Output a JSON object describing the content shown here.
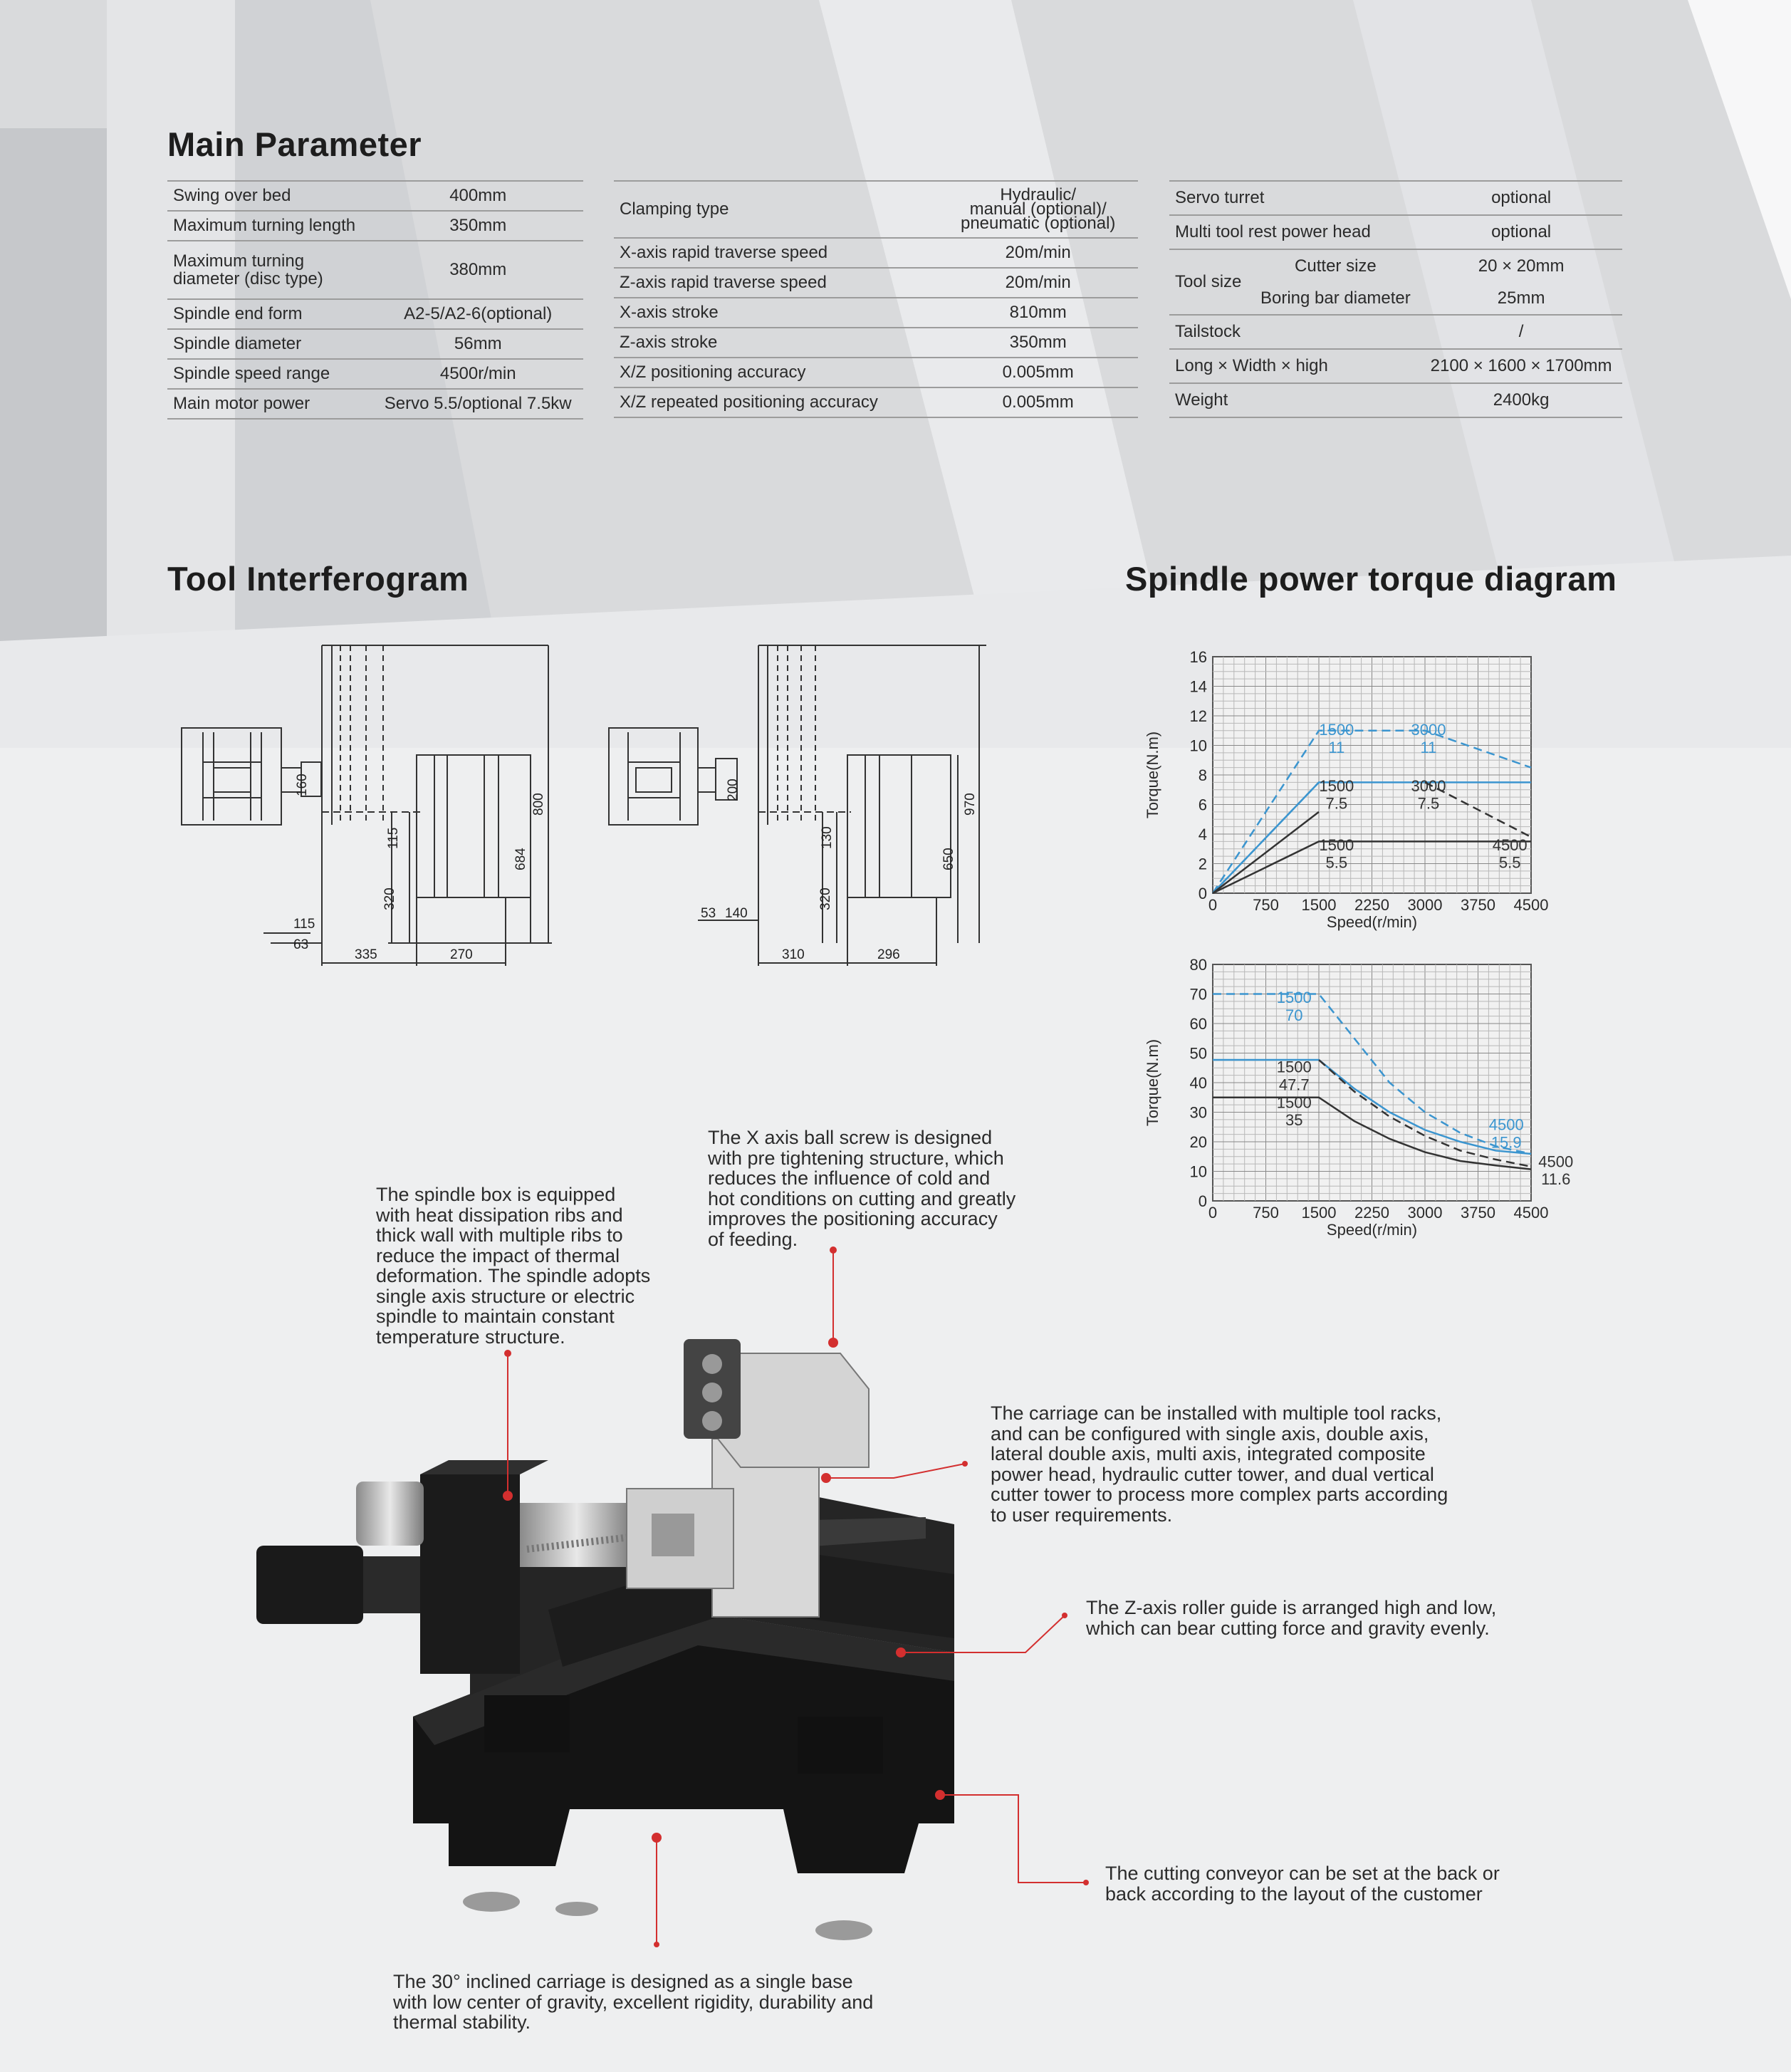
{
  "sections": {
    "main_parameter": "Main Parameter",
    "tool_interferogram": "Tool Interferogram",
    "spindle_diagram": "Spindle power torque diagram"
  },
  "table1": [
    {
      "label": "Swing over bed",
      "value": "400mm"
    },
    {
      "label": "Maximum turning length",
      "value": "350mm"
    },
    {
      "label": "Maximum turning\ndiameter (disc type)",
      "value": "380mm"
    },
    {
      "label": "Spindle end form",
      "value": "A2-5/A2-6(optional)"
    },
    {
      "label": "Spindle diameter",
      "value": "56mm"
    },
    {
      "label": "Spindle speed range",
      "value": "4500r/min"
    },
    {
      "label": "Main motor power",
      "value": "Servo 5.5/optional 7.5kw"
    }
  ],
  "table2": [
    {
      "label": "Clamping type",
      "value": "Hydraulic/\nmanual (optional)/\npneumatic (optional)"
    },
    {
      "label": "X-axis rapid traverse speed",
      "value": "20m/min"
    },
    {
      "label": "Z-axis rapid traverse speed",
      "value": "20m/min"
    },
    {
      "label": "X-axis stroke",
      "value": "810mm"
    },
    {
      "label": "Z-axis stroke",
      "value": "350mm"
    },
    {
      "label": "X/Z positioning accuracy",
      "value": "0.005mm"
    },
    {
      "label": "X/Z repeated positioning accuracy",
      "value": "0.005mm"
    }
  ],
  "table3": {
    "servo_turret": {
      "label": "Servo turret",
      "value": "optional"
    },
    "power_head": {
      "label": "Multi tool rest power head",
      "value": "optional"
    },
    "tool_size": {
      "label": "Tool size",
      "cutter_label": "Cutter size",
      "cutter_value": "20 × 20mm",
      "boring_label": "Boring bar diameter",
      "boring_value": "25mm"
    },
    "tailstock": {
      "label": "Tailstock",
      "value": "/"
    },
    "dimensions": {
      "label": "Long × Width × high",
      "value": "2100 × 1600 × 1700mm"
    },
    "weight": {
      "label": "Weight",
      "value": "2400kg"
    }
  },
  "interferogram": {
    "left": {
      "d160": "160",
      "d115a": "115",
      "d320": "320",
      "d684": "684",
      "d800": "800",
      "d115b": "115",
      "d63": "63",
      "d335": "335",
      "d270": "270"
    },
    "right": {
      "d200": "200",
      "d130": "130",
      "d320": "320",
      "d650": "650",
      "d970": "970",
      "d53": "53",
      "d140": "140",
      "d310": "310",
      "d296": "296"
    }
  },
  "chart_data": [
    {
      "type": "line",
      "xlabel": "Speed(r/min)",
      "ylabel": "Torque(N.m)",
      "xticks": [
        "0",
        "750",
        "1500",
        "2250",
        "3000",
        "3750",
        "4500"
      ],
      "yticks": [
        "0",
        "2",
        "4",
        "6",
        "8",
        "10",
        "12",
        "14",
        "16"
      ],
      "xlim": [
        0,
        4500
      ],
      "ylim": [
        0,
        16
      ],
      "grid": true,
      "series": [
        {
          "color": "#3b95cf",
          "dash": true,
          "x": [
            0,
            1500,
            3000,
            4500
          ],
          "y": [
            0,
            11,
            11,
            8.5
          ]
        },
        {
          "color": "#3b95cf",
          "dash": false,
          "x": [
            0,
            1500,
            4500
          ],
          "y": [
            0,
            7.5,
            7.5
          ]
        },
        {
          "color": "#3b95cf",
          "dash": true,
          "x": [
            0,
            1500
          ],
          "y": [
            0,
            7.5
          ]
        },
        {
          "color": "#333333",
          "dash": true,
          "x": [
            3000,
            4500
          ],
          "y": [
            7.5,
            3.8
          ]
        },
        {
          "color": "#333333",
          "dash": false,
          "x": [
            0,
            1500,
            4500
          ],
          "y": [
            0,
            3.5,
            3.5
          ]
        },
        {
          "color": "#333333",
          "dash": false,
          "x": [
            0,
            1500
          ],
          "y": [
            0,
            5.5
          ]
        }
      ],
      "annotations": [
        {
          "text": "1500",
          "x": 1750,
          "y": 10.7,
          "color": "#3b95cf"
        },
        {
          "text": "11",
          "x": 1750,
          "y": 9.5,
          "color": "#3b95cf"
        },
        {
          "text": "3000",
          "x": 3050,
          "y": 10.7,
          "color": "#3b95cf"
        },
        {
          "text": "11",
          "x": 3050,
          "y": 9.5,
          "color": "#3b95cf"
        },
        {
          "text": "1500",
          "x": 1750,
          "y": 6.9,
          "color": "#333333"
        },
        {
          "text": "7.5",
          "x": 1750,
          "y": 5.7,
          "color": "#333333"
        },
        {
          "text": "3000",
          "x": 3050,
          "y": 6.9,
          "color": "#333333"
        },
        {
          "text": "7.5",
          "x": 3050,
          "y": 5.7,
          "color": "#333333"
        },
        {
          "text": "1500",
          "x": 1750,
          "y": 2.9,
          "color": "#333333"
        },
        {
          "text": "5.5",
          "x": 1750,
          "y": 1.7,
          "color": "#333333"
        },
        {
          "text": "4500",
          "x": 4200,
          "y": 2.9,
          "color": "#333333"
        },
        {
          "text": "5.5",
          "x": 4200,
          "y": 1.7,
          "color": "#333333"
        }
      ]
    },
    {
      "type": "line",
      "xlabel": "Speed(r/min)",
      "ylabel": "Torque(N.m)",
      "xticks": [
        "0",
        "750",
        "1500",
        "2250",
        "3000",
        "3750",
        "4500"
      ],
      "yticks": [
        "0",
        "10",
        "20",
        "30",
        "40",
        "50",
        "60",
        "70",
        "80"
      ],
      "xlim": [
        0,
        4500
      ],
      "ylim": [
        0,
        80
      ],
      "grid": true,
      "series": [
        {
          "color": "#3b95cf",
          "dash": true,
          "x": [
            0,
            1500,
            2000,
            2500,
            3000,
            3500,
            4000,
            4500
          ],
          "y": [
            70,
            70,
            55,
            40,
            30,
            23,
            18.5,
            15.9
          ]
        },
        {
          "color": "#3b95cf",
          "dash": false,
          "x": [
            0,
            1500,
            2000,
            2500,
            3000,
            3500,
            4000,
            4500
          ],
          "y": [
            47.7,
            47.7,
            38,
            30,
            24,
            20,
            17,
            15.9
          ]
        },
        {
          "color": "#333333",
          "dash": true,
          "x": [
            1500,
            2000,
            2500,
            3000,
            3500,
            4000,
            4500
          ],
          "y": [
            47.7,
            37,
            28.5,
            22,
            17,
            14,
            11.6
          ]
        },
        {
          "color": "#333333",
          "dash": false,
          "x": [
            0,
            1500,
            2000,
            2500,
            3000,
            3500,
            4000,
            4500
          ],
          "y": [
            35,
            35,
            27,
            21,
            16.5,
            13.5,
            12,
            10.7
          ]
        }
      ],
      "annotations": [
        {
          "text": "1500",
          "x": 1150,
          "y": 67,
          "color": "#3b95cf"
        },
        {
          "text": "70",
          "x": 1150,
          "y": 61,
          "color": "#3b95cf"
        },
        {
          "text": "1500",
          "x": 1150,
          "y": 43.5,
          "color": "#333333"
        },
        {
          "text": "47.7",
          "x": 1150,
          "y": 37.5,
          "color": "#333333"
        },
        {
          "text": "1500",
          "x": 1150,
          "y": 31.5,
          "color": "#333333"
        },
        {
          "text": "35",
          "x": 1150,
          "y": 25.5,
          "color": "#333333"
        },
        {
          "text": "4500",
          "x": 4150,
          "y": 24,
          "color": "#3b95cf"
        },
        {
          "text": "15.9",
          "x": 4150,
          "y": 18,
          "color": "#3b95cf"
        },
        {
          "text": "4500",
          "x": 4850,
          "y": 11.5,
          "color": "#333333"
        },
        {
          "text": "11.6",
          "x": 4850,
          "y": 5.5,
          "color": "#333333"
        }
      ]
    }
  ],
  "notes": {
    "spindle": "The spindle box is equipped\nwith heat dissipation ribs and\nthick wall with multiple ribs to\nreduce the impact of thermal\ndeformation. The spindle adopts\nsingle axis structure or electric\nspindle to maintain constant\ntemperature structure.",
    "ball_screw": "The X axis ball screw is designed\nwith pre tightening structure, which\nreduces the influence of cold and\nhot conditions on cutting and greatly\nimproves the positioning accuracy\nof feeding.",
    "carriage": "The carriage can be installed with multiple tool racks,\nand can be configured with single axis, double axis,\nlateral double axis, multi axis, integrated composite\npower head, hydraulic cutter tower, and dual vertical\ncutter tower to process more complex parts according\nto user requirements.",
    "roller_guide": "The Z-axis roller guide is arranged high and low,\nwhich can bear cutting force and gravity evenly.",
    "conveyor": "The cutting conveyor can be set at the back or\nback according to the layout of the customer",
    "inclined": "The 30°   inclined carriage is designed as a single base\nwith low center of gravity, excellent rigidity, durability and\nthermal stability."
  },
  "colors": {
    "accent_blue": "#3b95cf",
    "callout_red": "#d32f2f",
    "machine": "#1e1e1e"
  }
}
